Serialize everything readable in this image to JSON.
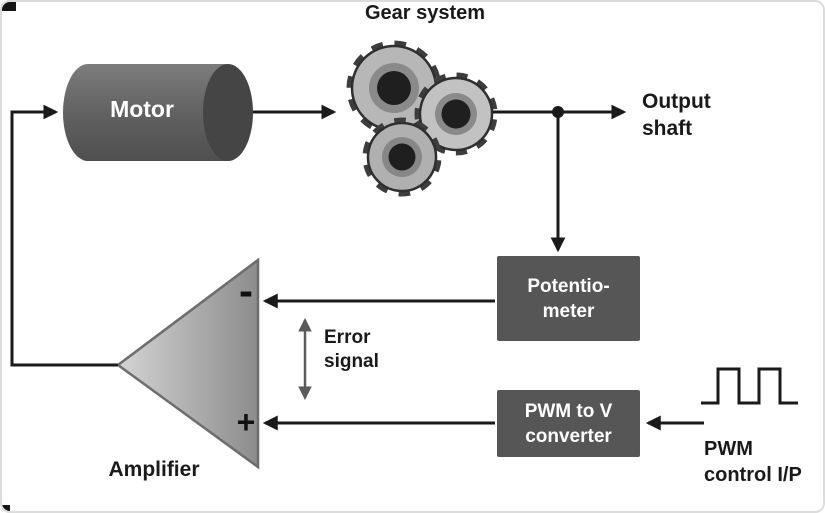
{
  "diagram": {
    "gear_system_label": "Gear system",
    "motor_label": "Motor",
    "output_shaft_label": "Output\nshaft",
    "potentiometer_label": "Potentio-\nmeter",
    "error_signal_label": "Error\nsignal",
    "pwm_converter_label": "PWM to V\nconverter",
    "amplifier_label": "Amplifier",
    "pwm_input_label": "PWM\ncontrol I/P",
    "amp_minus_label": "-",
    "amp_plus_label": "+"
  },
  "colors": {
    "component_box_fill": "#565656",
    "component_box_text": "#ffffff",
    "motor_fill_light": "#7d7d7d",
    "motor_fill_dark": "#4f4f4f",
    "motor_end_cap": "#454545",
    "line_color": "#1a1a1a",
    "amplifier_fill_light": "#d4d4d4",
    "amplifier_fill_dark": "#8c8c8c",
    "background": "#ffffff"
  }
}
